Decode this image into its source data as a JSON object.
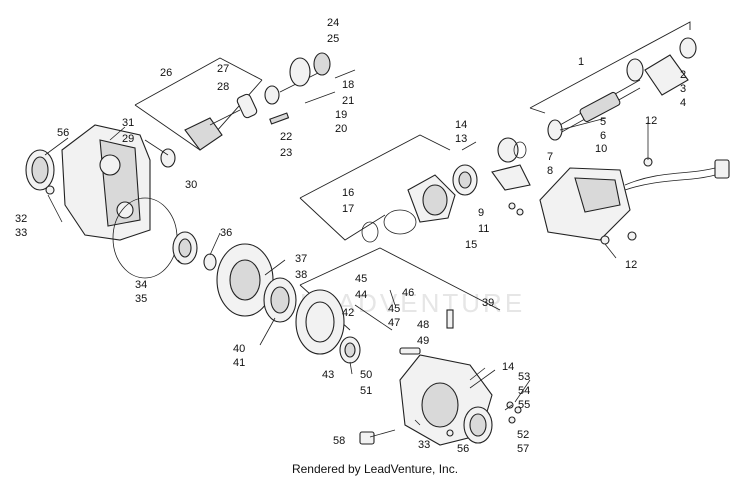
{
  "credit": "Rendered by LeadVenture, Inc.",
  "watermark": "LEADVENTURE",
  "labels": [
    "1",
    "2",
    "3",
    "4",
    "5",
    "6",
    "7",
    "8",
    "9",
    "10",
    "11",
    "12",
    "12",
    "13",
    "14",
    "14",
    "15",
    "16",
    "17",
    "18",
    "19",
    "20",
    "21",
    "22",
    "23",
    "24",
    "25",
    "26",
    "27",
    "28",
    "29",
    "30",
    "31",
    "32",
    "33",
    "33",
    "34",
    "35",
    "36",
    "37",
    "38",
    "39",
    "40",
    "41",
    "42",
    "43",
    "44",
    "45",
    "45",
    "46",
    "47",
    "48",
    "49",
    "50",
    "51",
    "52",
    "53",
    "54",
    "55",
    "56",
    "56",
    "57",
    "58"
  ]
}
